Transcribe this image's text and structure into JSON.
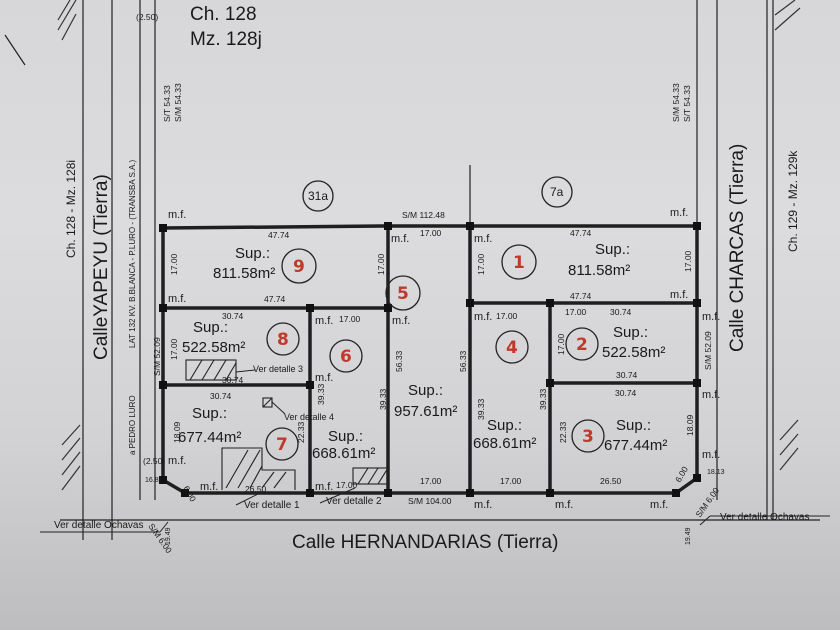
{
  "header": {
    "chapter": "Ch. 128",
    "block": "Mz. 128j",
    "offset": "(2.50)"
  },
  "streets": {
    "left": "CalleYAPEYU (Tierra)",
    "right": "Calle CHARCAS (Tierra)",
    "bottom": "Calle HERNANDARIAS (Tierra)",
    "left_side_ref": "Ch. 128 - Mz. 128i",
    "right_side_ref": "Ch. 129 - Mz. 129k",
    "left_rail": "LAT 132 KV. B.BLANCA - P.LURO - (TRANSBA S.A.)",
    "left_pedro": "a PEDRO LURO"
  },
  "block_refs": {
    "left": "31a",
    "right": "7a"
  },
  "dimensions": {
    "sm_top": "S/M 112.48",
    "sm_bottom": "S/M 104.00",
    "st_left": "S/T 54.33",
    "sm_left": "S/M 54.33",
    "sm_right": "S/M 54.33",
    "st_right": "S/T 54.33",
    "sm_left_52": "S/M 52.09",
    "sm_right_52": "S/M 52.09",
    "sm_600_left": "S/M 6.00",
    "sm_600_right": "S/M 6.00",
    "d4774": "47.74",
    "d3074": "30.74",
    "d1700": "17.00",
    "d5633": "56.33",
    "d3933": "39.33",
    "d2233": "22.33",
    "d1809": "18.09",
    "d2650": "26.50",
    "d600": "6.00",
    "d250": "(2.50)",
    "d1681": "16.81",
    "d1813": "18.13",
    "d1949": "19.49"
  },
  "mf": "m.f.",
  "lots": [
    {
      "num": "9",
      "sup": "Sup.:",
      "area": "811.58m²"
    },
    {
      "num": "1",
      "sup": "Sup.:",
      "area": "811.58m²"
    },
    {
      "num": "5",
      "sup": "Sup.:",
      "area": "957.61m²"
    },
    {
      "num": "8",
      "sup": "Sup.:",
      "area": "522.58m²"
    },
    {
      "num": "6",
      "sup": "Sup.:",
      "area": "668.61m²"
    },
    {
      "num": "4",
      "sup": "Sup.:",
      "area": "668.61m²"
    },
    {
      "num": "2",
      "sup": "Sup.:",
      "area": "522.58m²"
    },
    {
      "num": "7",
      "sup": "Sup.:",
      "area": "677.44m²"
    },
    {
      "num": "3",
      "sup": "Sup.:",
      "area": "677.44m²"
    }
  ],
  "details": {
    "d1": "Ver detalle 1",
    "d2": "Ver detalle 2",
    "d3": "Ver detalle 3",
    "d4": "Ver detalle 4",
    "ochava_left": "Ver detalle Ochavas",
    "ochava_right": "Ver detalle Ochavas"
  }
}
